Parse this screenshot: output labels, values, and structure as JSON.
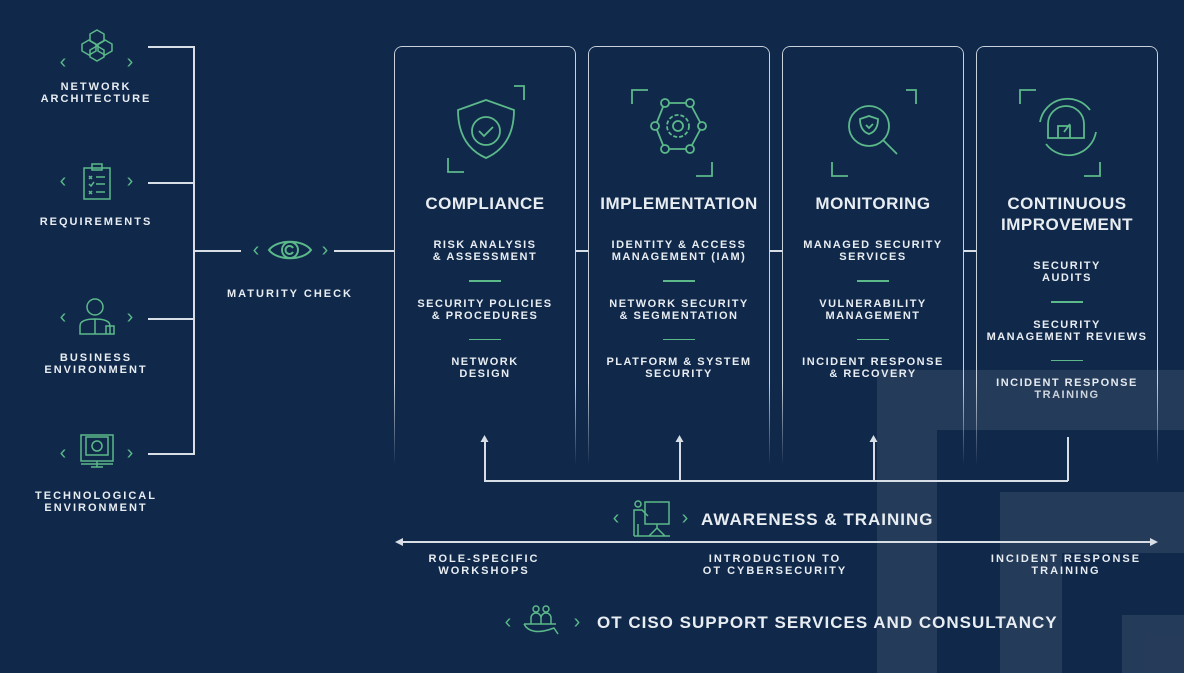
{
  "colors": {
    "background": "#10284a",
    "accent": "#5bb98a",
    "text": "#e8edf2"
  },
  "inputs": [
    {
      "label": "NETWORK\nARCHITECTURE",
      "icon": "network-cubes-icon"
    },
    {
      "label": "REQUIREMENTS",
      "icon": "clipboard-checklist-icon"
    },
    {
      "label": "BUSINESS\nENVIRONMENT",
      "icon": "businessman-icon"
    },
    {
      "label": "TECHNOLOGICAL\nENVIRONMENT",
      "icon": "computer-gear-icon"
    }
  ],
  "maturity_check": {
    "label": "MATURITY CHECK",
    "icon": "eye-icon"
  },
  "stages": [
    {
      "title": "COMPLIANCE",
      "icon": "shield-check-icon",
      "items": [
        "RISK ANALYSIS\n& ASSESSMENT",
        "SECURITY POLICIES\n& PROCEDURES",
        "NETWORK\nDESIGN"
      ]
    },
    {
      "title": "IMPLEMENTATION",
      "icon": "gear-network-icon",
      "items": [
        "IDENTITY & ACCESS\nMANAGEMENT (IAM)",
        "NETWORK SECURITY\n& SEGMENTATION",
        "PLATFORM & SYSTEM\nSECURITY"
      ]
    },
    {
      "title": "MONITORING",
      "icon": "magnifier-shield-icon",
      "items": [
        "MANAGED SECURITY\nSERVICES",
        "VULNERABILITY\nMANAGEMENT",
        "INCIDENT RESPONSE\n& RECOVERY"
      ]
    },
    {
      "title": "CONTINUOUS\nIMPROVEMENT",
      "icon": "gauge-cycle-icon",
      "items": [
        "SECURITY\nAUDITS",
        "SECURITY\nMANAGEMENT REVIEWS",
        "INCIDENT RESPONSE\nTRAINING"
      ]
    }
  ],
  "awareness": {
    "title": "AWARENESS & TRAINING",
    "icon": "presenter-icon",
    "items": [
      "ROLE-SPECIFIC\nWORKSHOPS",
      "INTRODUCTION TO\nOT CYBERSECURITY",
      "INCIDENT RESPONSE\nTRAINING"
    ]
  },
  "ciso": {
    "title": "OT CISO SUPPORT SERVICES AND CONSULTANCY",
    "icon": "hand-people-icon"
  }
}
